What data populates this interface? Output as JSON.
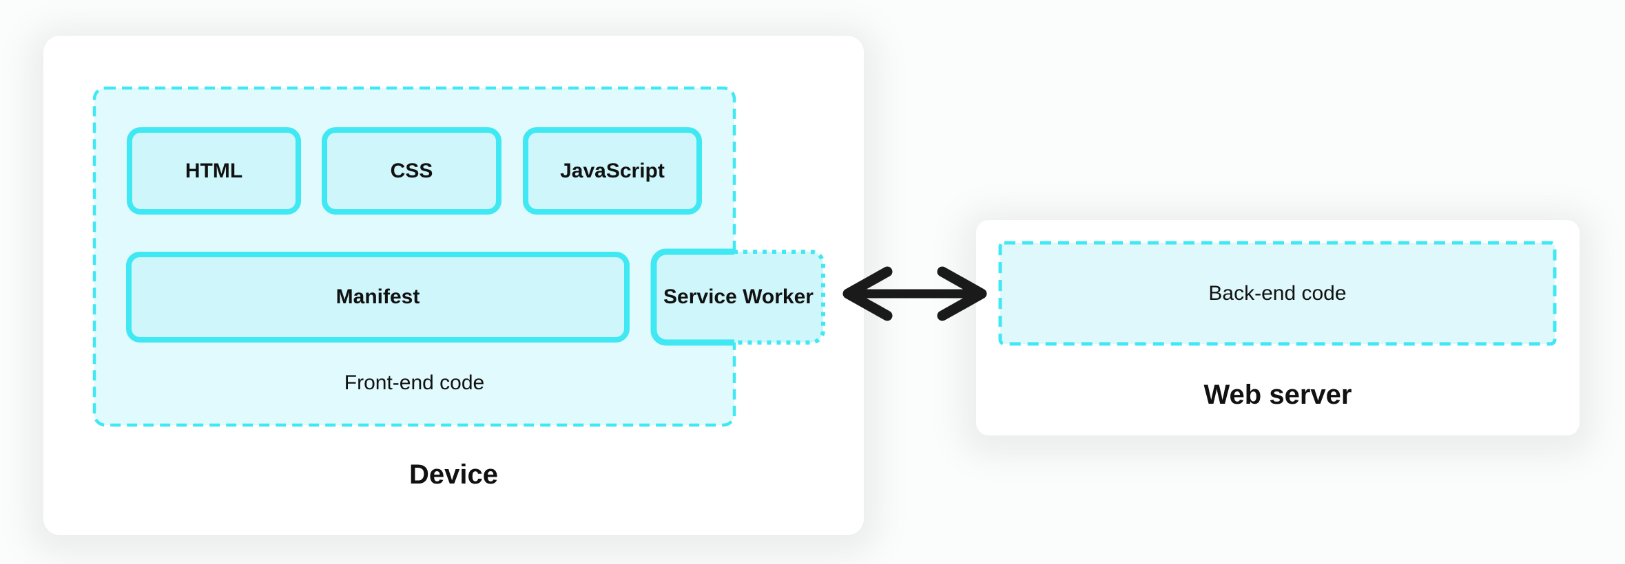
{
  "device": {
    "label": "Device",
    "frontend": {
      "label": "Front-end code",
      "html": "HTML",
      "css": "CSS",
      "javascript": "JavaScript",
      "manifest": "Manifest",
      "service_worker": "Service Worker"
    }
  },
  "server": {
    "label": "Web server",
    "backend_label": "Back-end code"
  },
  "icons": {
    "arrow": "double-headed-arrow"
  },
  "colors": {
    "cyan": "#3FE8F3",
    "container-fill": "#E1FAFD",
    "box-fill": "#CFF6FA",
    "backend-fill": "#DFF8FB",
    "arrow-ink": "#1A1A1A",
    "canvas-bg": "#FBFCFC",
    "panel-bg": "#FFFFFF",
    "text-ink": "#111111"
  }
}
